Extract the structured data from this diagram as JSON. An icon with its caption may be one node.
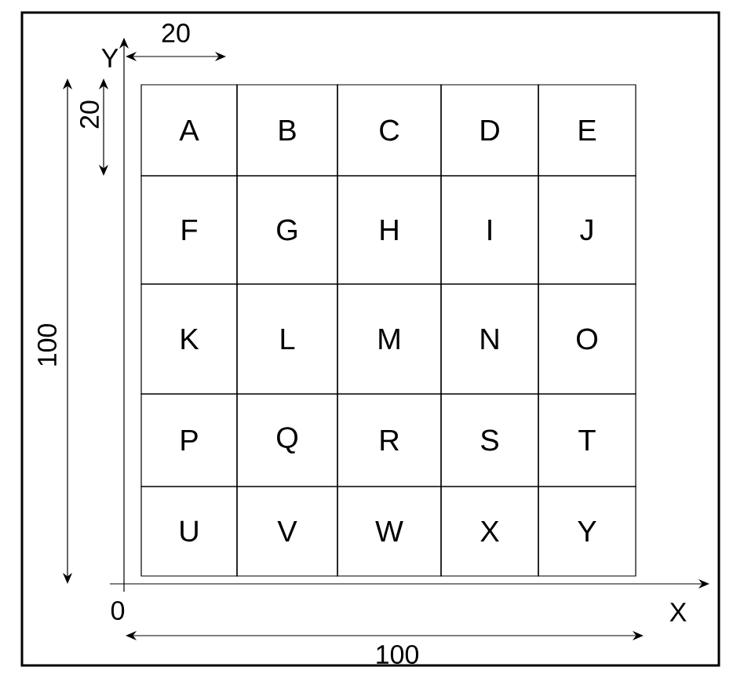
{
  "diagram": {
    "nodes": [
      {
        "text": [
          "A"
        ]
      },
      {
        "text": [
          "B"
        ]
      },
      {
        "text": [
          "C"
        ]
      },
      {
        "text": [
          "D"
        ]
      },
      {
        "text": [
          "E"
        ]
      },
      {
        "text": [
          "F"
        ]
      },
      {
        "text": [
          "G"
        ]
      },
      {
        "text": [
          "H"
        ]
      },
      {
        "text": [
          "I"
        ]
      },
      {
        "text": [
          "J"
        ]
      },
      {
        "text": [
          "K"
        ]
      },
      {
        "text": [
          "L"
        ]
      },
      {
        "text": [
          "M"
        ]
      },
      {
        "text": [
          "N"
        ]
      },
      {
        "text": [
          "O"
        ]
      },
      {
        "text": [
          "P"
        ]
      },
      {
        "text": [
          "Q"
        ]
      },
      {
        "text": [
          "R"
        ]
      },
      {
        "text": [
          "S"
        ]
      },
      {
        "text": [
          "T"
        ]
      },
      {
        "text": [
          "U"
        ]
      },
      {
        "text": [
          "V"
        ]
      },
      {
        "text": [
          "W"
        ]
      },
      {
        "text": [
          "X"
        ]
      },
      {
        "text": [
          "Y"
        ]
      }
    ],
    "labels": [
      "20",
      "Y",
      "20",
      "100",
      "0",
      "X",
      "100"
    ]
  }
}
